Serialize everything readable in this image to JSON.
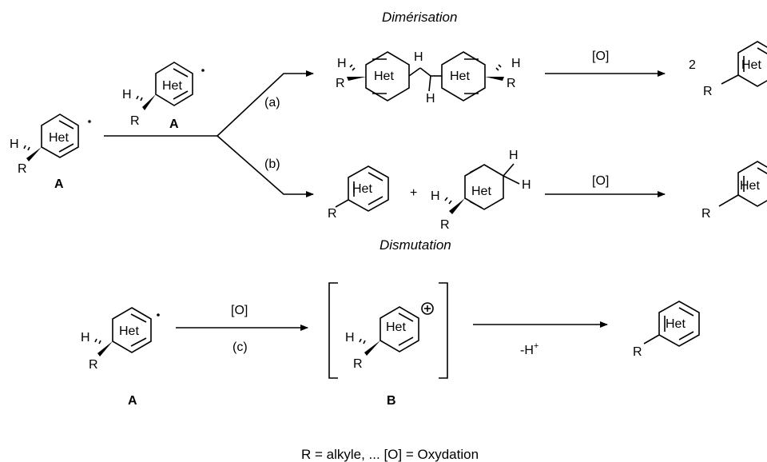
{
  "labels": {
    "dimerisation": "Dimérisation",
    "dismutation": "Dismutation",
    "route_a": "(a)",
    "route_b": "(b)",
    "route_c": "(c)",
    "oxidant": "[O]",
    "minus_h": "-H",
    "plus_sign": "+",
    "coef_two": "2",
    "compound_A": "A",
    "compound_B": "B",
    "het": "Het",
    "R": "R",
    "H": "H",
    "footnote": "R = alkyle, ... [O] = Oxydation"
  }
}
